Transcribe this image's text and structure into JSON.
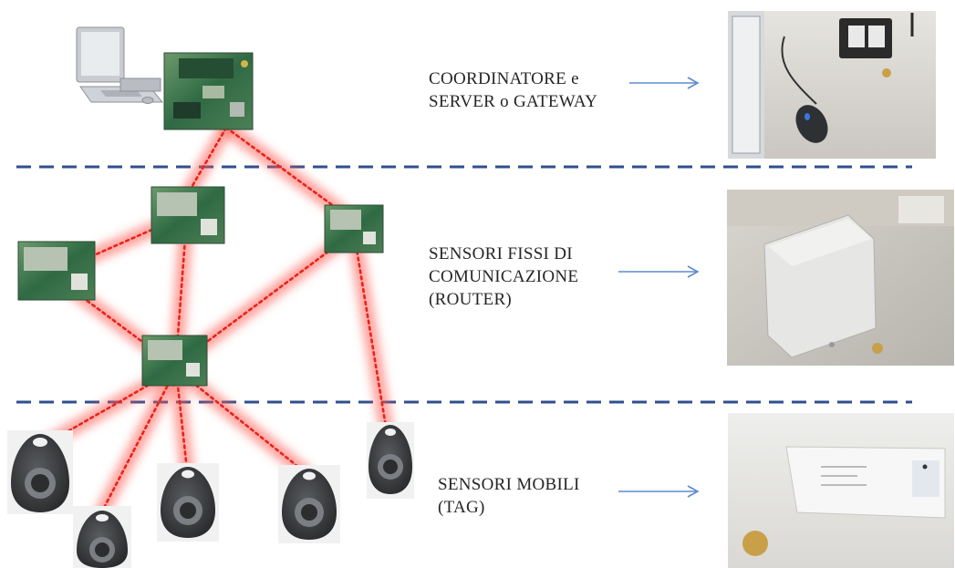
{
  "levels": [
    {
      "id": "coordinator",
      "lines": [
        "COORDINATORE e",
        "SERVER o GATEWAY"
      ]
    },
    {
      "id": "router",
      "lines": [
        "SENSORI FISSI DI",
        "COMUNICAZIONE",
        "(ROUTER)"
      ]
    },
    {
      "id": "tag",
      "lines": [
        "SENSORI MOBILI",
        "(TAG)"
      ]
    }
  ],
  "colors": {
    "divider": "#2f4f8f",
    "arrow": "#5b8bd0",
    "link_core": "#e8231c",
    "link_glow": "#ff5a50",
    "board": "#3f7a4f",
    "tag_body": "#3d3f41"
  }
}
